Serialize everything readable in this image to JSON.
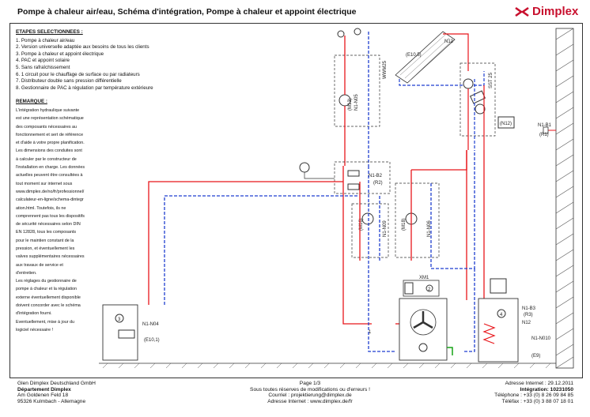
{
  "header": {
    "title": "Pompe à chaleur air/eau, Schéma d'intégration, Pompe à chaleur et appoint électrique",
    "logo_text": "Dimplex",
    "brand_color": "#c8102e"
  },
  "steps": {
    "heading": "ETAPES SELECTIONNEES :",
    "items": [
      "1. Pompe à chaleur air/eau",
      "2. Version universelle adaptée aux besoins de tous les clients",
      "3. Pompe à chaleur et appoint électrique",
      "4. PAC et appoint solaire",
      "5. Sans rafraîchissement",
      "6. 1 circuit pour le chauffage de surface ou par radiateurs",
      "7. Distributeur double sans pression différentielle",
      "8. Gestionnaire de PAC à régulation par température extérieure"
    ]
  },
  "remark": {
    "heading": "REMARQUE :",
    "lines": [
      "L'intégration hydraulique suivante",
      "est une représentation schématique",
      "des composants nécessaires au",
      "fonctionnement et sert de référence",
      "et d'aide à votre propre planification.",
      "Les dimensions des conduites sont",
      "à calculer par le constructeur de",
      "l'installation en charge. Les données",
      "actuelles peuvent être consultées à",
      "tout moment sur internet sous",
      "www.dimplex.de/no/fr/professionnel/",
      "calculateur-en-ligne/schema-dintegr",
      "ation.html. Toutefois, ils ne",
      "comprennent pas tous les dispositifs",
      "de sécurité nécessaires selon DIN",
      "EN 12828, tous les composants",
      "pour le maintien constant de la",
      "pression, et éventuellement les",
      "valves supplémentaires nécessaires",
      "aux travaux de service et",
      "d'entretien.",
      "Les réglages du gestionnaire de",
      "pompe à chaleur et la régulation",
      "externe éventuellement disponible",
      "doivent concorder avec le schéma",
      "d'intégration fourni.",
      "Eventuellement, mise à jour du",
      "logiciel nécessaire !"
    ]
  },
  "diagram": {
    "labels": {
      "n12_top": "N12",
      "e10_5": "(E10,5)",
      "wwm25": "WWM25",
      "sst25": "SST 25",
      "n1_n05": "N1-N05",
      "m13": "(M13)",
      "n12_box": "(N12)",
      "n1_b1": "N1-B1",
      "r1": "(R1)",
      "n1_b2": "N1-B2",
      "r2": "(R2)",
      "m16": "(M16)",
      "n1_n09": "N1-N09",
      "m18": "(M18)",
      "n1_n06": "N1-N06",
      "xm1": "XM1",
      "n1_b3": "N1-B3",
      "r3": "(R3)",
      "n12_tank": "N12",
      "n1_n010": "N1-N010",
      "e9": "(E9)",
      "n1_n04": "N1-N04",
      "e10_1": "(E10,1)",
      "unit3": "3",
      "unit4": "4",
      "unit2": "2",
      "unit1": "1"
    },
    "colors": {
      "supply": "#e8161b",
      "return": "#1f3fd0",
      "sensor": "#e8161b",
      "green": "#17a317",
      "grey": "#444444"
    }
  },
  "footer": {
    "company": "Glen Dimplex Deutschland GmbH",
    "department": "Département Dimplex",
    "street": "Am Goldenen Feld 18",
    "city": "95326 Kulmbach - Allemagne",
    "page": "Page 1/3",
    "disclaimer": "Sous toutes réserves de modifications ou d'erreurs !",
    "email": "Courriel : projektierung@dimplex.de",
    "website_fr": "Adresse Internet : www.dimplex.de/fr",
    "date": "Adresse Internet : 29.12.2011",
    "integration": "Intégration: 10231050",
    "phone": "Téléphone : +33 (0) 8 26 09 84 85",
    "fax": "Téléfax : +33 (0) 3 88 07 18 01"
  }
}
